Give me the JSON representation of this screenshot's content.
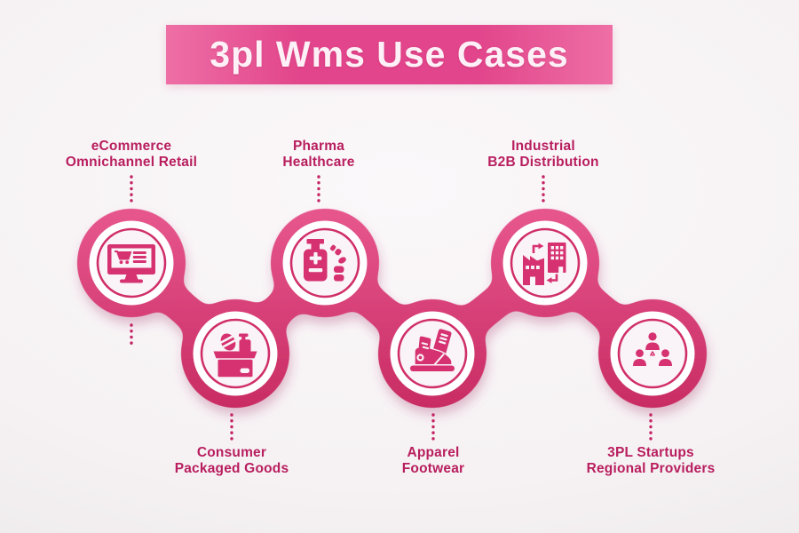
{
  "banner": {
    "text": "3pl Wms Use Cases"
  },
  "nodes": [
    {
      "id": "ecommerce",
      "line1": "eCommerce",
      "line2": "Omnichannel Retail",
      "row": "top",
      "icon": "monitor-shopping-cart-icon"
    },
    {
      "id": "consumer-packaged-goods",
      "line1": "Consumer",
      "line2": "Packaged Goods",
      "row": "bottom",
      "icon": "open-box-products-icon"
    },
    {
      "id": "pharma-healthcare",
      "line1": "Pharma",
      "line2": "Healthcare",
      "row": "top",
      "icon": "medicine-bottle-pills-icon"
    },
    {
      "id": "apparel-footwear",
      "line1": "Apparel",
      "line2": "Footwear",
      "row": "bottom",
      "icon": "sneakers-icon"
    },
    {
      "id": "industrial-b2b",
      "line1": "Industrial",
      "line2": "B2B Distribution",
      "row": "top",
      "icon": "factory-exchange-icon"
    },
    {
      "id": "3pl-startups",
      "line1": "3PL Startups",
      "line2": "Regional Providers",
      "row": "bottom",
      "icon": "team-network-icon"
    }
  ],
  "colors": {
    "banner_gradient_left": "#ee6fa5",
    "banner_gradient_mid": "#e2458b",
    "banner_text": "#fdf0f6",
    "chain_pink_light": "#e8598f",
    "chain_pink_dark": "#c72a61",
    "ring_pink": "#d02e68",
    "icon_pink": "#d63170",
    "inner_fill": "#faf3f7",
    "label_text": "#b81e5e",
    "dot_color": "#c42463",
    "background": "#f6f2f4"
  }
}
